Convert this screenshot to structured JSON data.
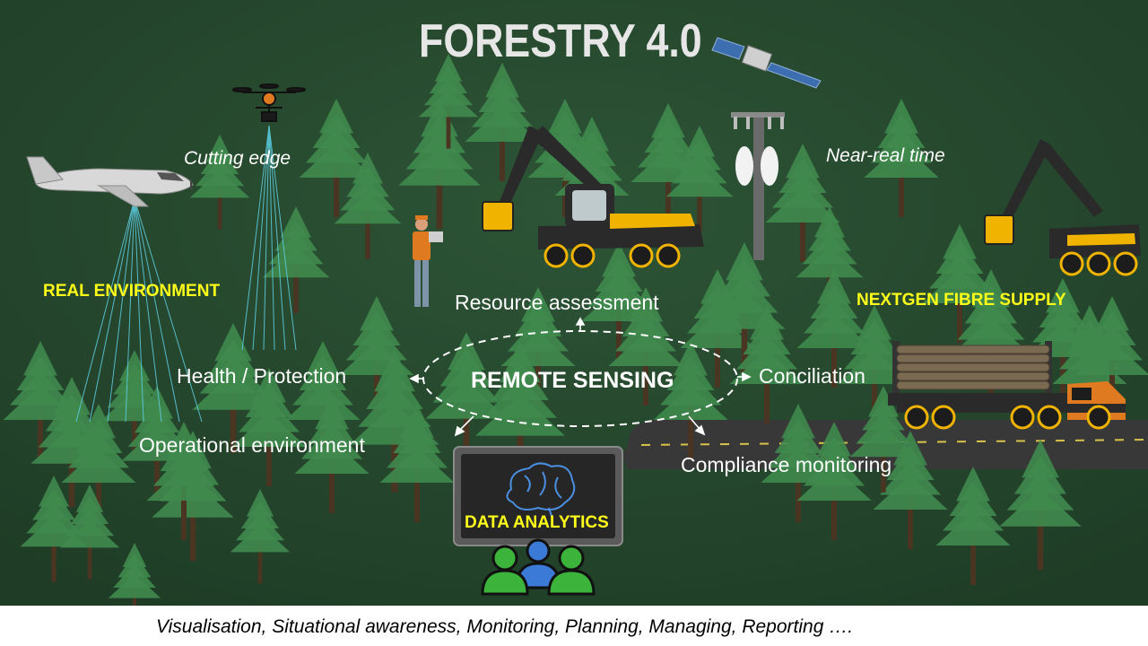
{
  "title": "FORESTRY 4.0",
  "labels": {
    "cutting_edge": "Cutting edge",
    "near_real_time": "Near-real time",
    "real_environment": "REAL ENVIRONMENT",
    "nextgen_fibre_supply": "NEXTGEN FIBRE SUPPLY",
    "resource_assessment": "Resource assessment",
    "health_protection": "Health / Protection",
    "conciliation": "Conciliation",
    "operational_environment": "Operational environment",
    "compliance_monitoring": "Compliance monitoring",
    "remote_sensing": "REMOTE SENSING",
    "data_analytics": "DATA ANALYTICS"
  },
  "footer": "Visualisation, Situational awareness, Monitoring, Planning, Managing, Reporting ….",
  "colors": {
    "background": "#264a2e",
    "tree": "#3f8a4e",
    "highlight_text": "#ffff1a",
    "machine_yellow": "#f0b400",
    "road": "#3a3a3a"
  },
  "icons": [
    "satellite-icon",
    "drone-icon",
    "airplane-icon",
    "cell-tower-icon",
    "harvester-icon",
    "forwarder-icon",
    "log-truck-icon",
    "forester-icon",
    "brain-monitor-icon",
    "people-icon"
  ]
}
